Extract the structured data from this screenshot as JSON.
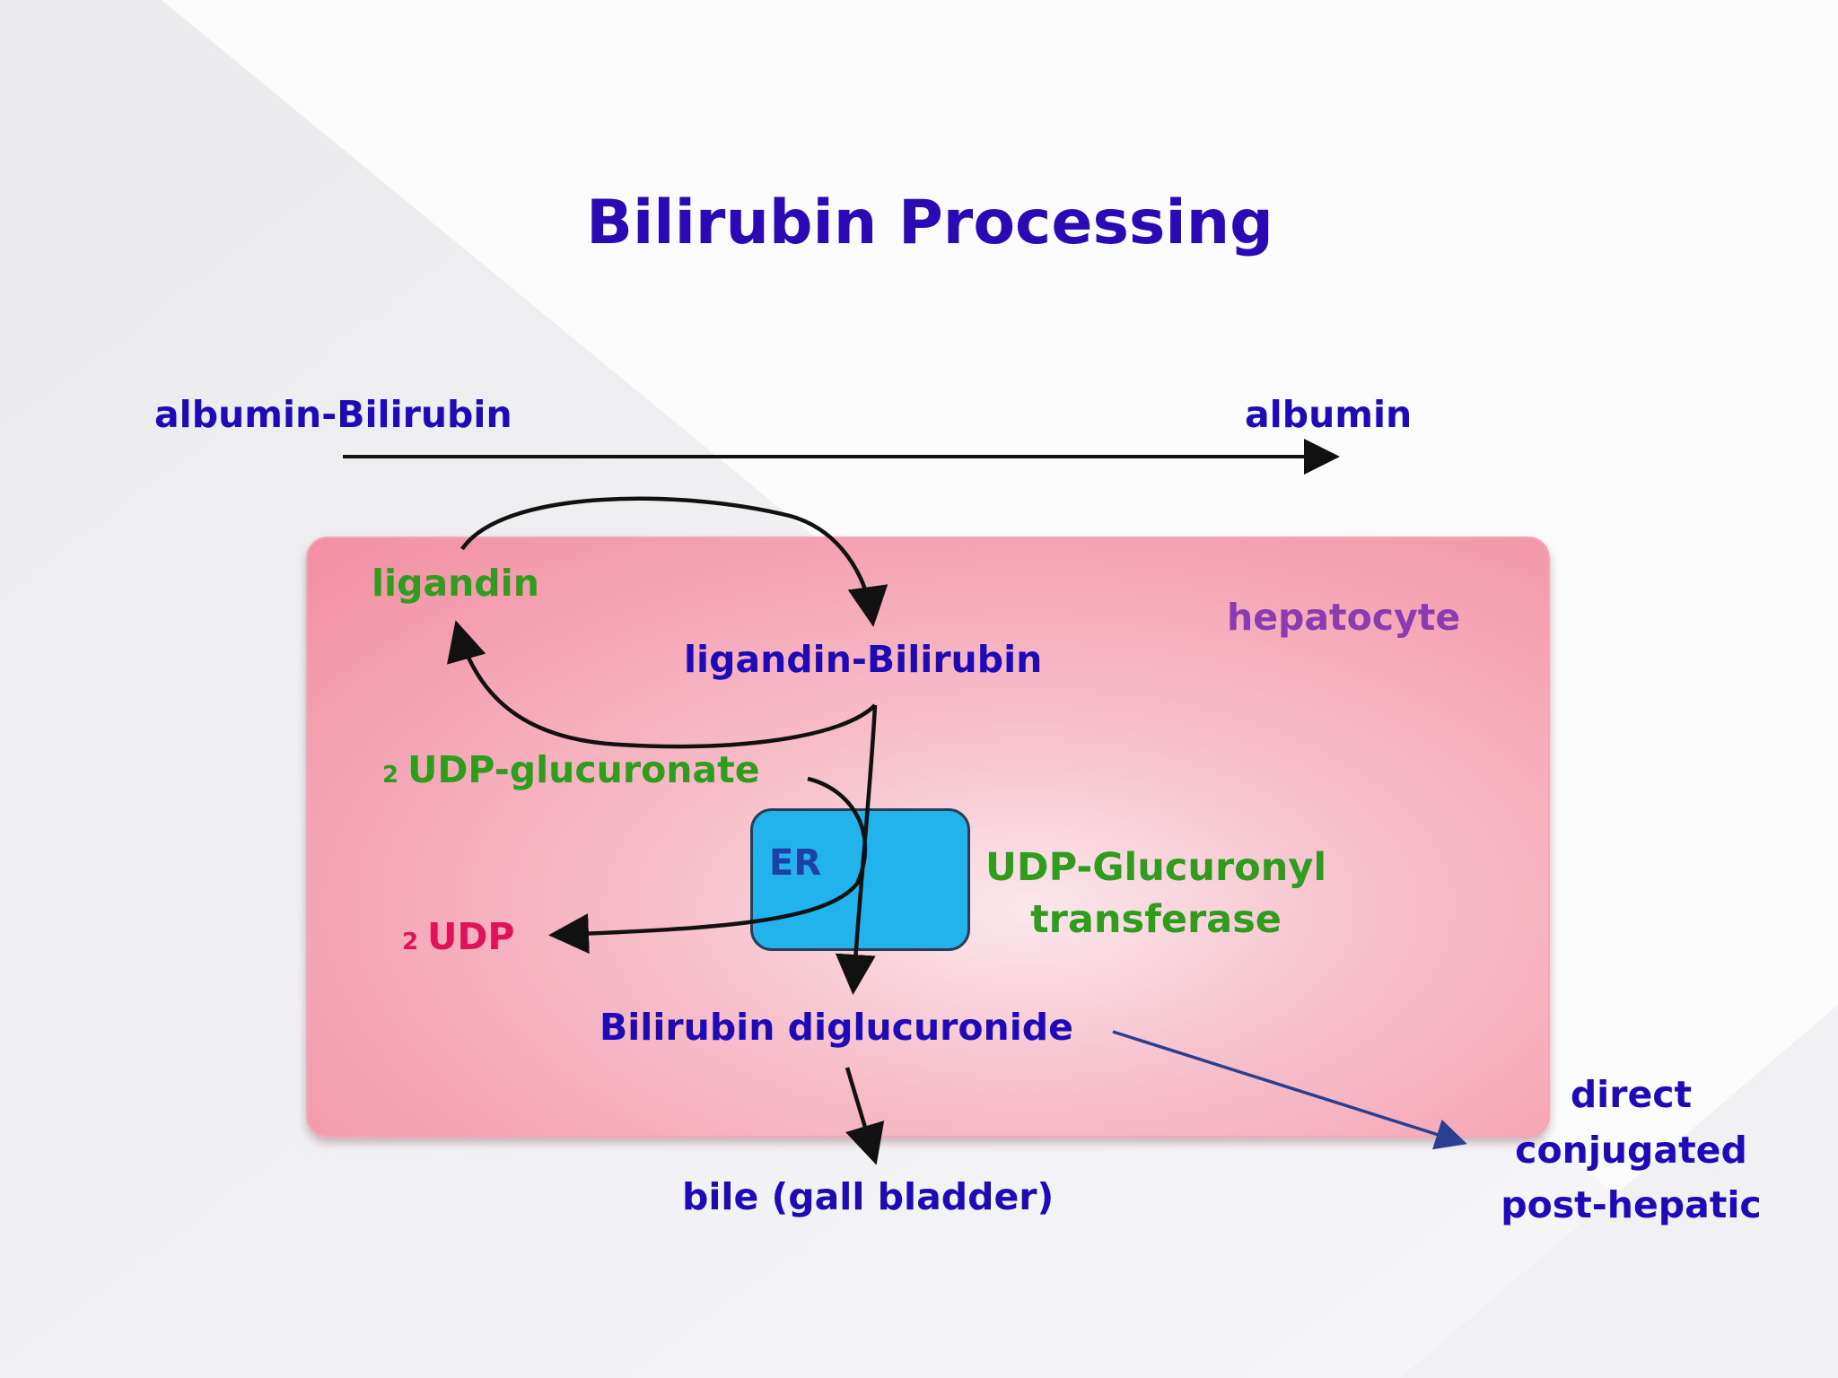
{
  "title": "Bilirubin Processing",
  "labels": {
    "albumin_bilirubin": "albumin-Bilirubin",
    "albumin": "albumin",
    "ligandin": "ligandin",
    "hepatocyte": "hepatocyte",
    "ligandin_bilirubin": "ligandin-Bilirubin",
    "udp_glucuronate": {
      "count": "2",
      "text": "UDP-glucuronate"
    },
    "er": "ER",
    "enzyme": [
      "UDP-Glucuronyl",
      "transferase"
    ],
    "udp": {
      "count": "2",
      "text": "UDP"
    },
    "bilirubin_diglucuronide": "Bilirubin diglucuronide",
    "bile": "bile (gall bladder)",
    "direct": [
      "direct",
      "conjugated",
      "post-hepatic"
    ]
  },
  "colors": {
    "title": "#2b0ab5",
    "blue_text": "#1f0ab8",
    "green_text": "#2f9c1e",
    "purple_text": "#8a3bb0",
    "magenta_text": "#e0125a",
    "hepatocyte_fill": "#f7bcc8",
    "er_fill": "#22b2ec",
    "arrow": "#111111",
    "export_arrow": "#2a3f8f"
  }
}
